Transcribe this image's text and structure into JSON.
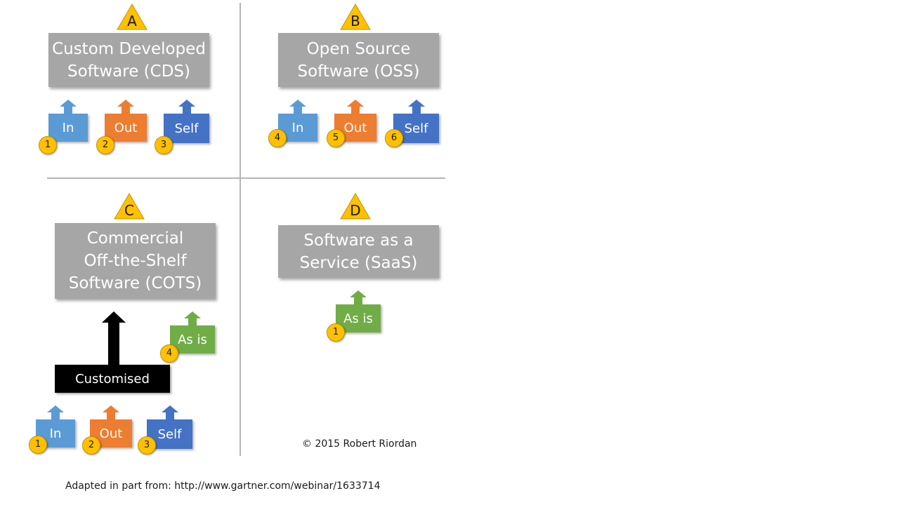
{
  "quadrants": {
    "a": {
      "letter": "A",
      "title_line1": "Custom Developed",
      "title_line2": "Software (CDS)",
      "options": [
        {
          "label": "In",
          "badge": "1"
        },
        {
          "label": "Out",
          "badge": "2"
        },
        {
          "label": "Self",
          "badge": "3"
        }
      ]
    },
    "b": {
      "letter": "B",
      "title_line1": "Open Source",
      "title_line2": "Software (OSS)",
      "options": [
        {
          "label": "In",
          "badge": "4"
        },
        {
          "label": "Out",
          "badge": "5"
        },
        {
          "label": "Self",
          "badge": "6"
        }
      ]
    },
    "c": {
      "letter": "C",
      "title_line1": "Commercial",
      "title_line2": "Off-the-Shelf",
      "title_line3": "Software (COTS)",
      "as_is": {
        "label": "As is",
        "badge": "4"
      },
      "customised_label": "Customised",
      "options": [
        {
          "label": "In",
          "badge": "1"
        },
        {
          "label": "Out",
          "badge": "2"
        },
        {
          "label": "Self",
          "badge": "3"
        }
      ]
    },
    "d": {
      "letter": "D",
      "title_line1": "Software as a",
      "title_line2": "Service (SaaS)",
      "as_is": {
        "label": "As is",
        "badge": "1"
      }
    }
  },
  "copyright": "© 2015  Robert Riordan",
  "source_note": "Adapted in part from: http://www.gartner.com/webinar/1633714",
  "colors": {
    "in": "#5b9bd5",
    "out": "#ed7d31",
    "self": "#4472c4",
    "as_is": "#70ad47",
    "badge": "#ffc000",
    "category_box": "#a6a6a6",
    "triangle": "#ffc000"
  }
}
